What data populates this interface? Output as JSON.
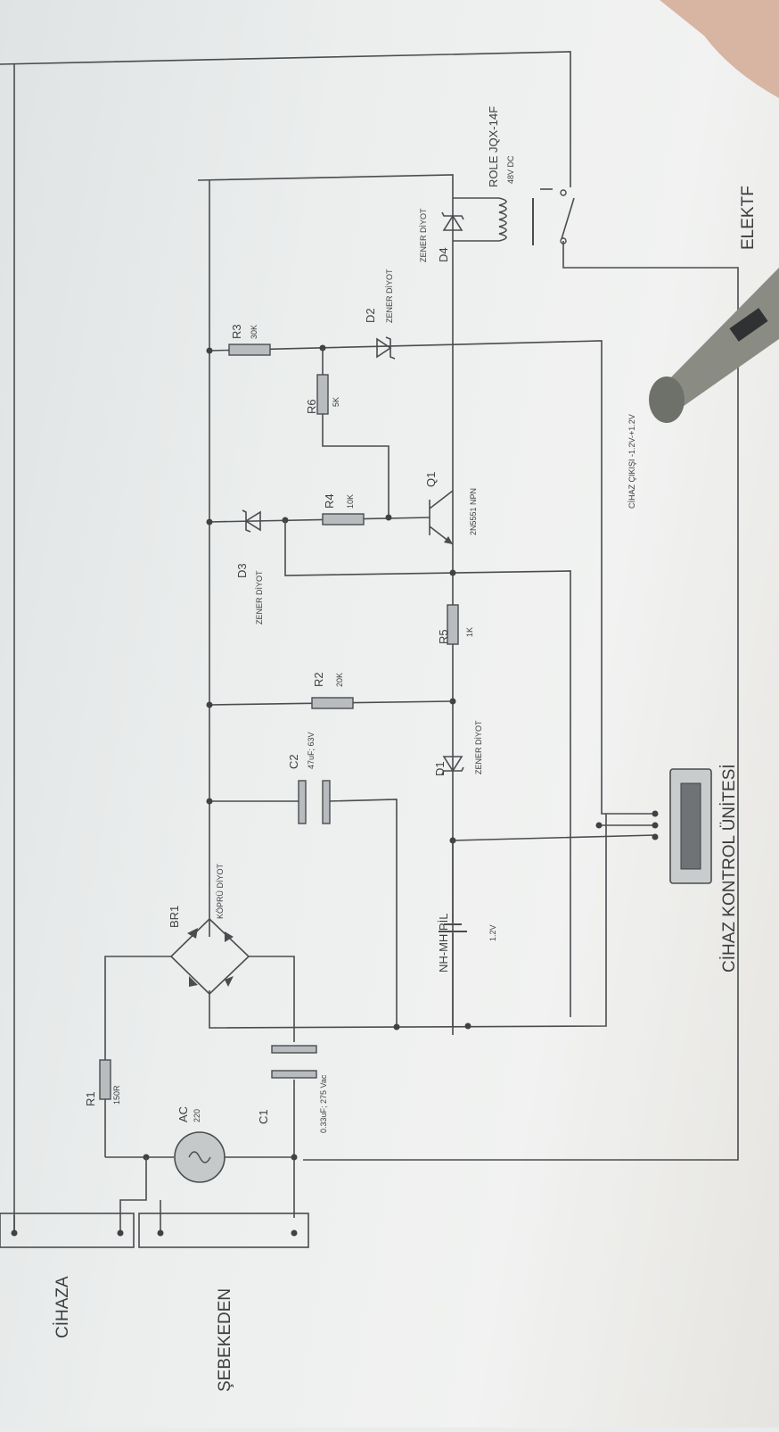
{
  "labels": {
    "cihaza": "CİHAZA",
    "sebekeden": "ŞEBEKEDEN",
    "elektr": "ELEKTF",
    "unit": "CİHAZ KONTROL ÜNİTESİ",
    "output": "CİHAZ ÇIKIŞI -1.2V-+1.2V",
    "battery_name": "NH-MH PİL",
    "battery_value": "1.2V",
    "ac_name": "AC",
    "ac_value": "220"
  },
  "components": {
    "r1": {
      "name": "R1",
      "value": "150R"
    },
    "r2": {
      "name": "R2",
      "value": "20K"
    },
    "r3": {
      "name": "R3",
      "value": "30K"
    },
    "r4": {
      "name": "R4",
      "value": "10K"
    },
    "r5": {
      "name": "R5",
      "value": "1K"
    },
    "r6": {
      "name": "R6",
      "value": "5K"
    },
    "c1": {
      "name": "C1",
      "value": "0.33uF; 275 Vac"
    },
    "c2": {
      "name": "C2",
      "value": "47uF; 63V"
    },
    "br1": {
      "name": "BR1",
      "value": "KÖPRÜ DİYOT"
    },
    "d1": {
      "name": "D1",
      "value": "ZENER DİYOT"
    },
    "d2": {
      "name": "D2",
      "value": "ZENER DİYOT"
    },
    "d3": {
      "name": "D3",
      "value": "ZENER DİYOT"
    },
    "d4": {
      "name": "D4",
      "value": "ZENER DİYOT"
    },
    "q1": {
      "name": "Q1",
      "value": "2N5551 NPN"
    },
    "relay": {
      "name": "ROLE JQX-14F",
      "value": "48V DC"
    }
  }
}
